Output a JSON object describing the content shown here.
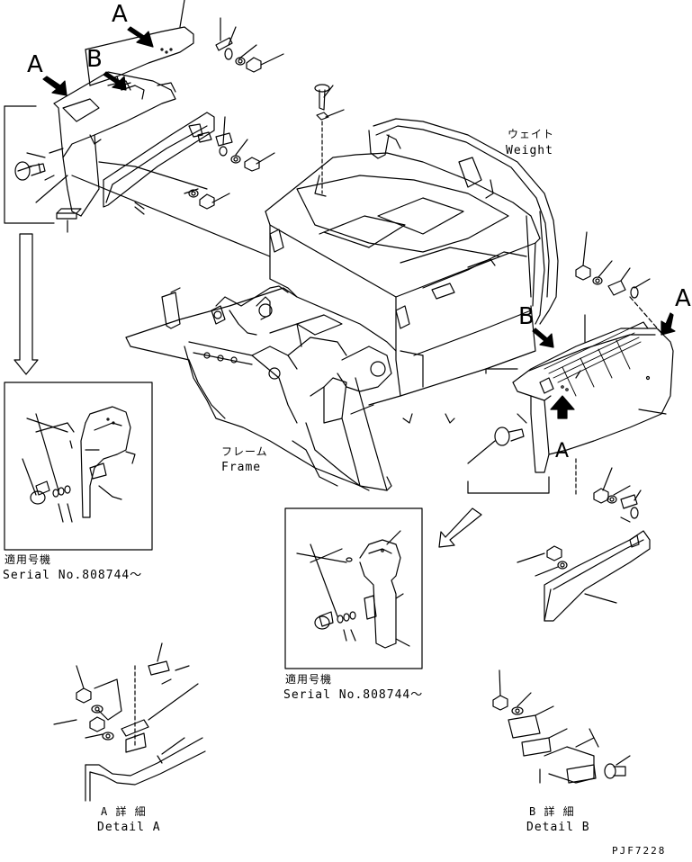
{
  "callouts": {
    "a_top": "A",
    "b_top": "B",
    "a_left": "A",
    "a_right": "A",
    "b_right": "B",
    "a_mid": "A"
  },
  "labels": {
    "weight_jp": "ウェイト",
    "weight_en": "Weight",
    "frame_jp": "フレーム",
    "frame_en": "Frame"
  },
  "insets": {
    "left_serial_jp": "適用号機",
    "left_serial_en": "Serial No.808744～",
    "mid_serial_jp": "適用号機",
    "mid_serial_en": "Serial No.808744～"
  },
  "details": {
    "a_jp": "A 詳 細",
    "a_en": "Detail A",
    "b_jp": "B 詳 細",
    "b_en": "Detail B"
  },
  "drawing_code": "PJF7228",
  "colors": {
    "line": "#000000",
    "background": "#ffffff"
  }
}
